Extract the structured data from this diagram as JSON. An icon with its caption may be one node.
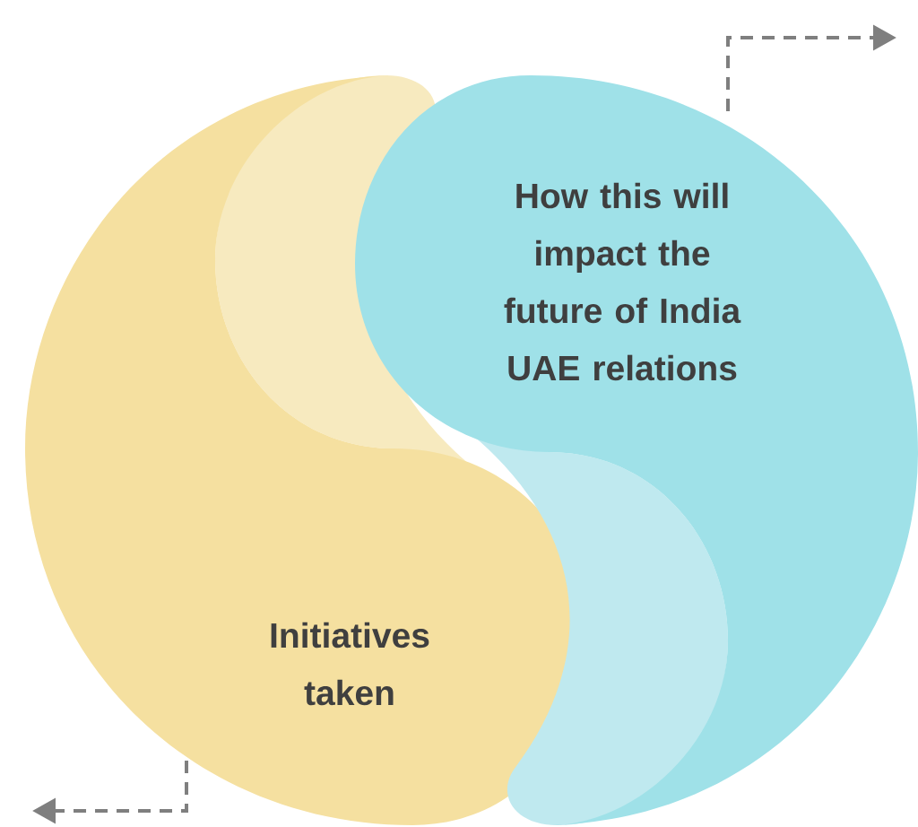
{
  "diagram": {
    "nodes": [
      {
        "text": [
          "Initiatives taken"
        ]
      },
      {
        "text": [
          "How this will impact the future of India UAE relations"
        ]
      }
    ],
    "edges": [
      {
        "from": 0,
        "to": null,
        "arrow": "to",
        "style": "dashed"
      },
      {
        "from": 1,
        "to": null,
        "arrow": "to",
        "style": "dashed"
      }
    ]
  }
}
